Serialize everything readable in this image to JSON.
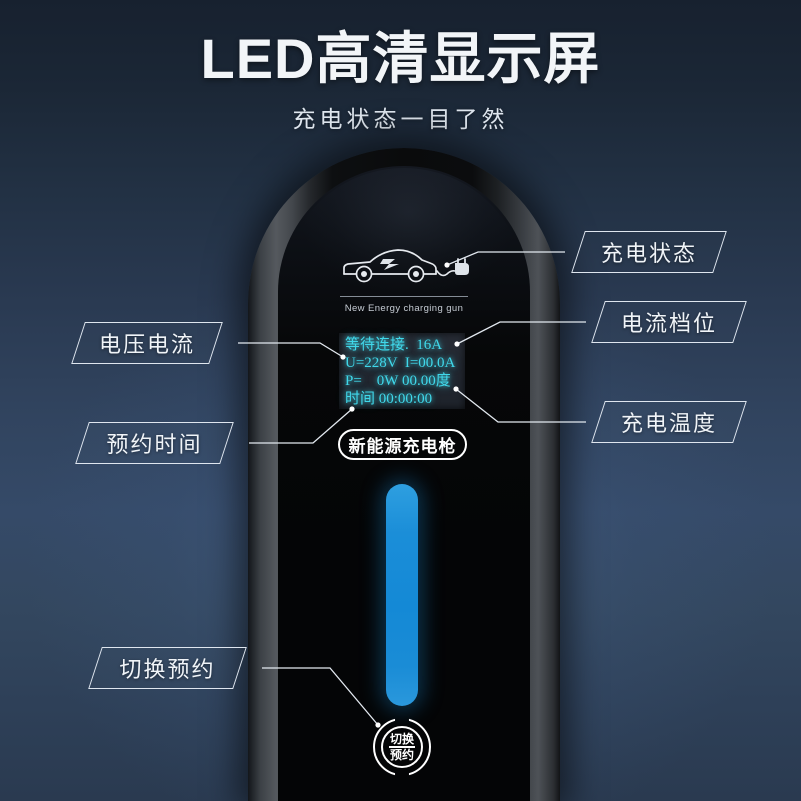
{
  "header": {
    "title": "LED高清显示屏",
    "subtitle": "充电状态一目了然"
  },
  "device": {
    "car_icon_name": "electric-car-charging-plug-icon",
    "car_caption": "New Energy charging gun",
    "brand_label": "新能源充电枪",
    "led_display": {
      "line1": "等待连接.  16A",
      "line2": "U=228V  I=00.0A",
      "line3": "P=    0W 00.00度",
      "line4": "时间 00:00:00",
      "text_color": "#40d8ea",
      "panel_color": "#232830"
    },
    "led_strip": {
      "color": "#1a8cd6",
      "state": "on"
    },
    "switch_button": {
      "label_top": "切换",
      "label_bottom": "预约"
    }
  },
  "callouts": {
    "left": [
      {
        "label": "电压电流"
      },
      {
        "label": "预约时间"
      },
      {
        "label": "切换预约"
      }
    ],
    "right": [
      {
        "label": "充电状态"
      },
      {
        "label": "电流档位"
      },
      {
        "label": "充电温度"
      }
    ]
  },
  "colors": {
    "background_top": "#17212f",
    "background_mid": "#354a68",
    "accent_blue": "#1a8cd6",
    "accent_cyan": "#40d8ea",
    "text_light": "#f0f4f8"
  }
}
